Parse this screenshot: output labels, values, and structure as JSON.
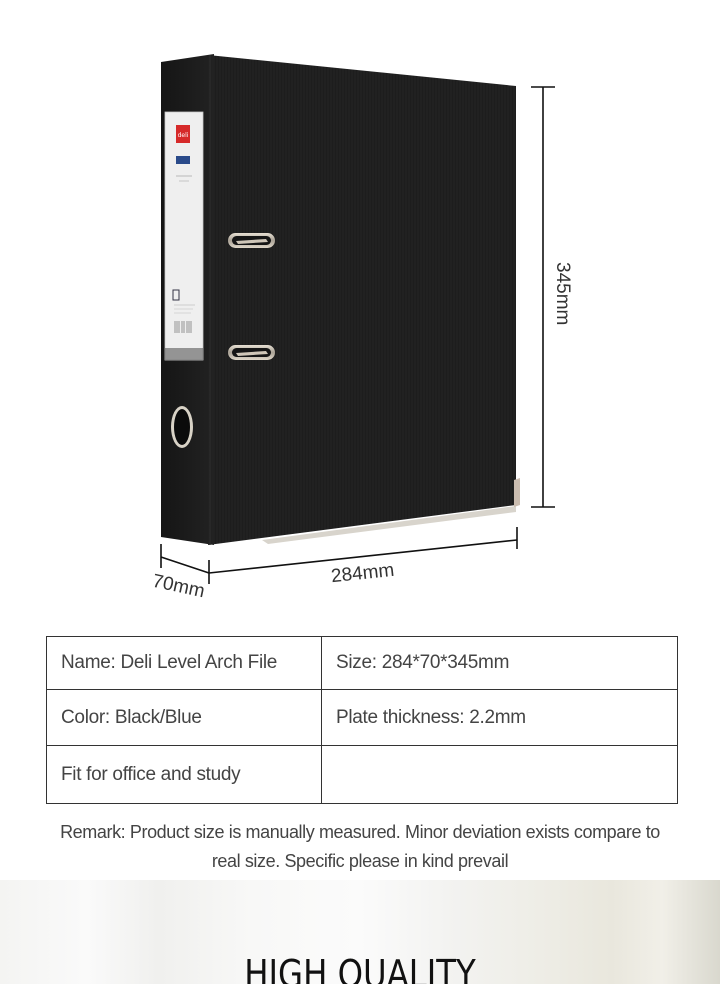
{
  "product_image": {
    "brand_label": "deli",
    "dimensions": {
      "height": "345mm",
      "width": "284mm",
      "depth": "70mm"
    },
    "colors": {
      "binder": "#1c1c1c",
      "spine_label": "#f2f2f2",
      "brand_red": "#d62a2a",
      "brand_blue": "#2a4a8a",
      "metal": "#c9c1b4"
    }
  },
  "spec_table": {
    "rows": [
      [
        "Name: Deli Level Arch File",
        "Size: 284*70*345mm"
      ],
      [
        "Color: Black/Blue",
        "Plate thickness: 2.2mm"
      ],
      [
        "Fit for office and study",
        ""
      ]
    ]
  },
  "remark": {
    "line1": "Remark: Product size is manually measured. Minor deviation exists compare to",
    "line2": "real size. Specific please in kind prevail"
  },
  "banner": {
    "title": "HIGH QUALITY"
  }
}
